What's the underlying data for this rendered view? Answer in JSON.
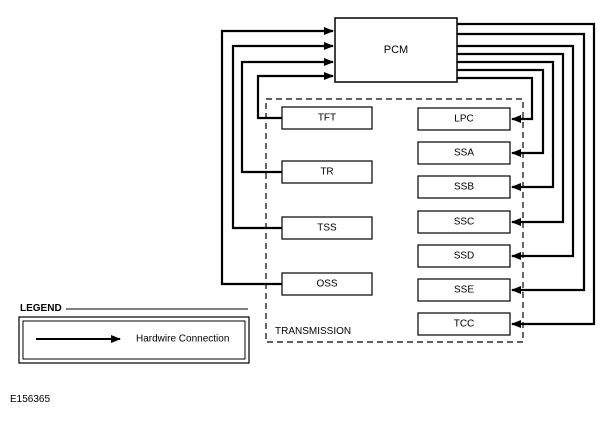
{
  "diagram": {
    "controller": "PCM",
    "container_label": "TRANSMISSION",
    "inputs": [
      "TFT",
      "TR",
      "TSS",
      "OSS"
    ],
    "outputs": [
      "LPC",
      "SSA",
      "SSB",
      "SSC",
      "SSD",
      "SSE",
      "TCC"
    ],
    "figure_id": "E156365"
  },
  "legend": {
    "title": "LEGEND",
    "entries": [
      {
        "label": "Hardwire Connection",
        "icon": "arrow-icon"
      }
    ]
  }
}
